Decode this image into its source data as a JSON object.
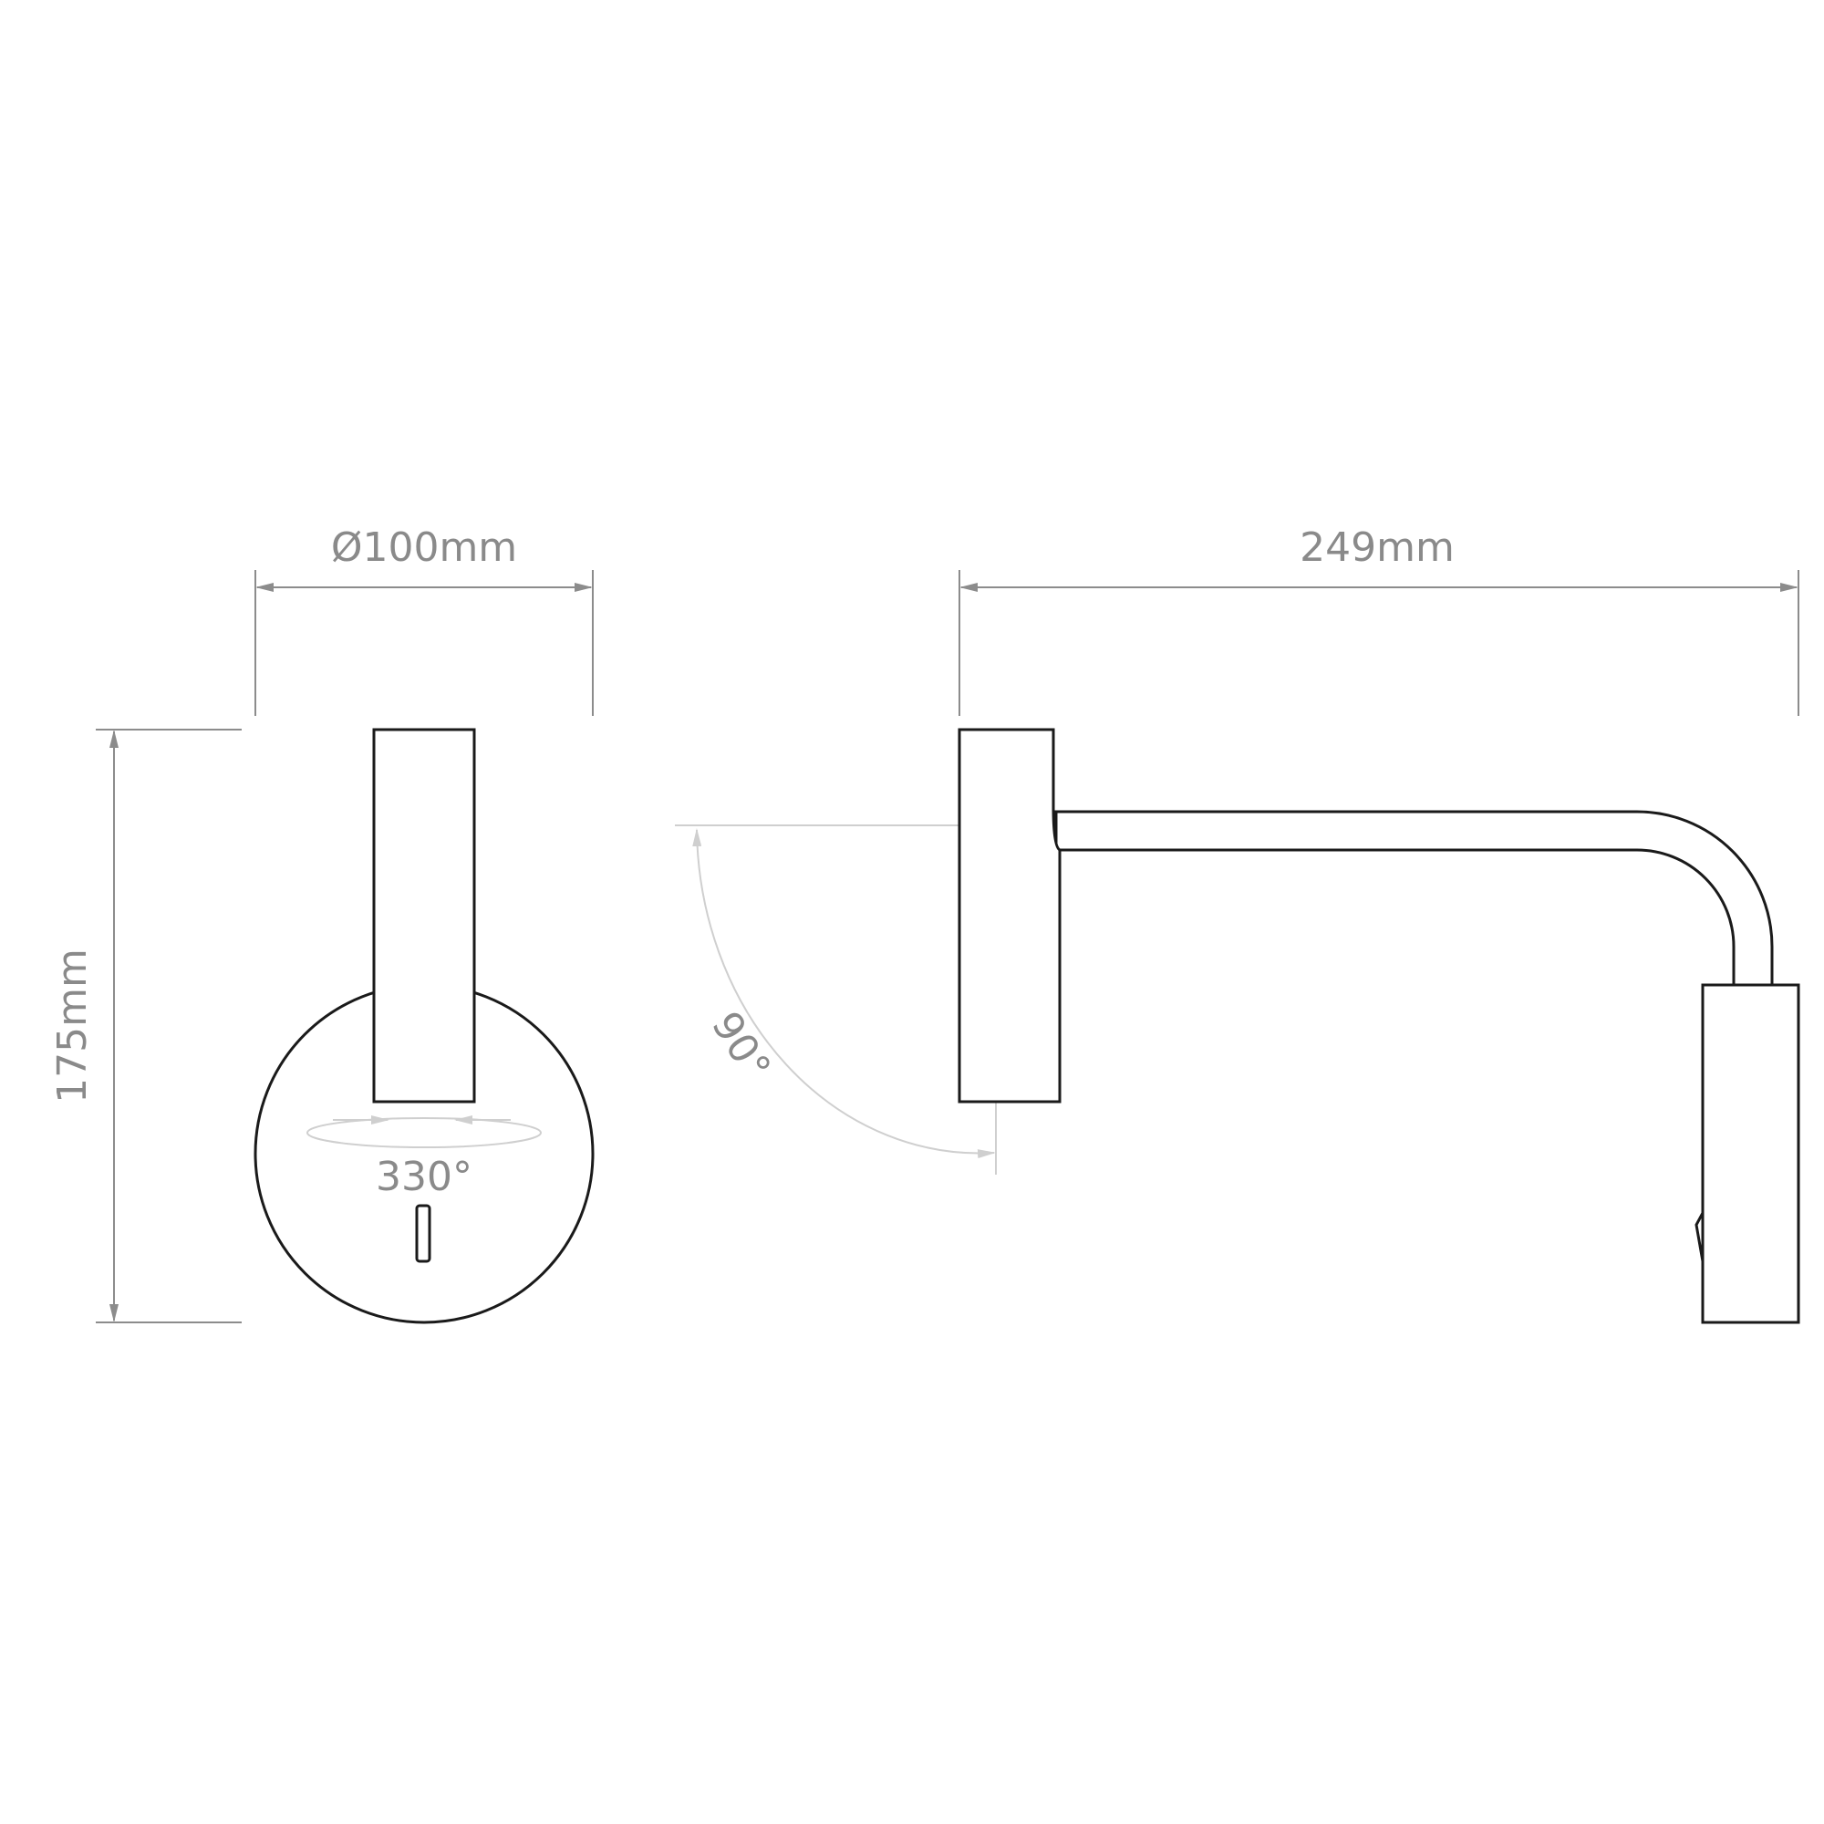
{
  "dimensions": {
    "diameter": "Ø100mm",
    "length": "249mm",
    "height": "175mm",
    "rotation": "330°",
    "tilt": "90°"
  },
  "colors": {
    "outline": "#1a1a1a",
    "dimension": "#8c8c8c",
    "light": "#cfcfcf",
    "text": "#8a8a8a"
  }
}
